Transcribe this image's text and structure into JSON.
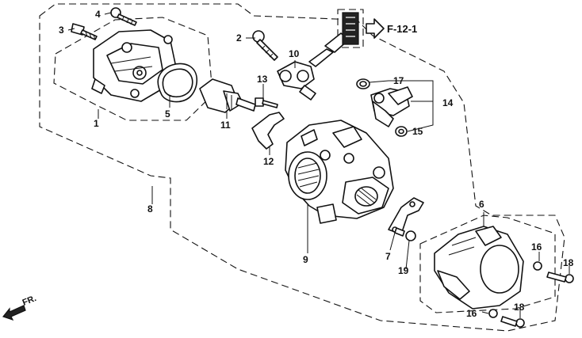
{
  "callouts": [
    {
      "id": "c1",
      "text": "1"
    },
    {
      "id": "c2",
      "text": "2"
    },
    {
      "id": "c3",
      "text": "3"
    },
    {
      "id": "c4",
      "text": "4"
    },
    {
      "id": "c5",
      "text": "5"
    },
    {
      "id": "c6",
      "text": "6"
    },
    {
      "id": "c7",
      "text": "7"
    },
    {
      "id": "c8",
      "text": "8"
    },
    {
      "id": "c9",
      "text": "9"
    },
    {
      "id": "c10",
      "text": "10"
    },
    {
      "id": "c11",
      "text": "11"
    },
    {
      "id": "c12",
      "text": "12"
    },
    {
      "id": "c13",
      "text": "13"
    },
    {
      "id": "c14",
      "text": "14"
    },
    {
      "id": "c15",
      "text": "15"
    },
    {
      "id": "c16a",
      "text": "16"
    },
    {
      "id": "c16b",
      "text": "16"
    },
    {
      "id": "c17",
      "text": "17"
    },
    {
      "id": "c18a",
      "text": "18"
    },
    {
      "id": "c18b",
      "text": "18"
    },
    {
      "id": "c19",
      "text": "19"
    }
  ],
  "reference": {
    "text": "F-12-1"
  },
  "direction": {
    "text": "FR."
  }
}
